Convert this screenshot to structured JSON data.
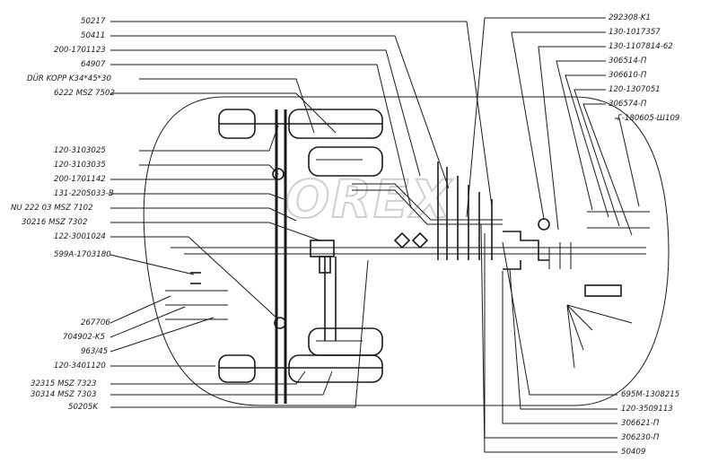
{
  "watermark": "OREX",
  "labels_left": [
    "50217",
    "50411",
    "200-1701123",
    "64907",
    "DÜR KOPP K34*45*30",
    "6222 MSZ 7502",
    "120-3103025",
    "120-3103035",
    "200-1701142",
    "131-2205033-B",
    "NU 222 03 MSZ 7102",
    "30216 MSZ 7302",
    "122-3001024",
    "599A-1703180",
    "267706",
    "704902-K5",
    "963/45",
    "120-3401120",
    "32315 MSZ 7323",
    "30314 MSZ 7303",
    "50205K"
  ],
  "labels_right": [
    "292308-K1",
    "130-1017357",
    "130-1107814-62",
    "306514-П",
    "306610-П",
    "120-1307051",
    "306574-П",
    "Г-180605-Ш109",
    "695M-1308215",
    "120-3509113",
    "306621-П",
    "306230-П",
    "50409"
  ]
}
